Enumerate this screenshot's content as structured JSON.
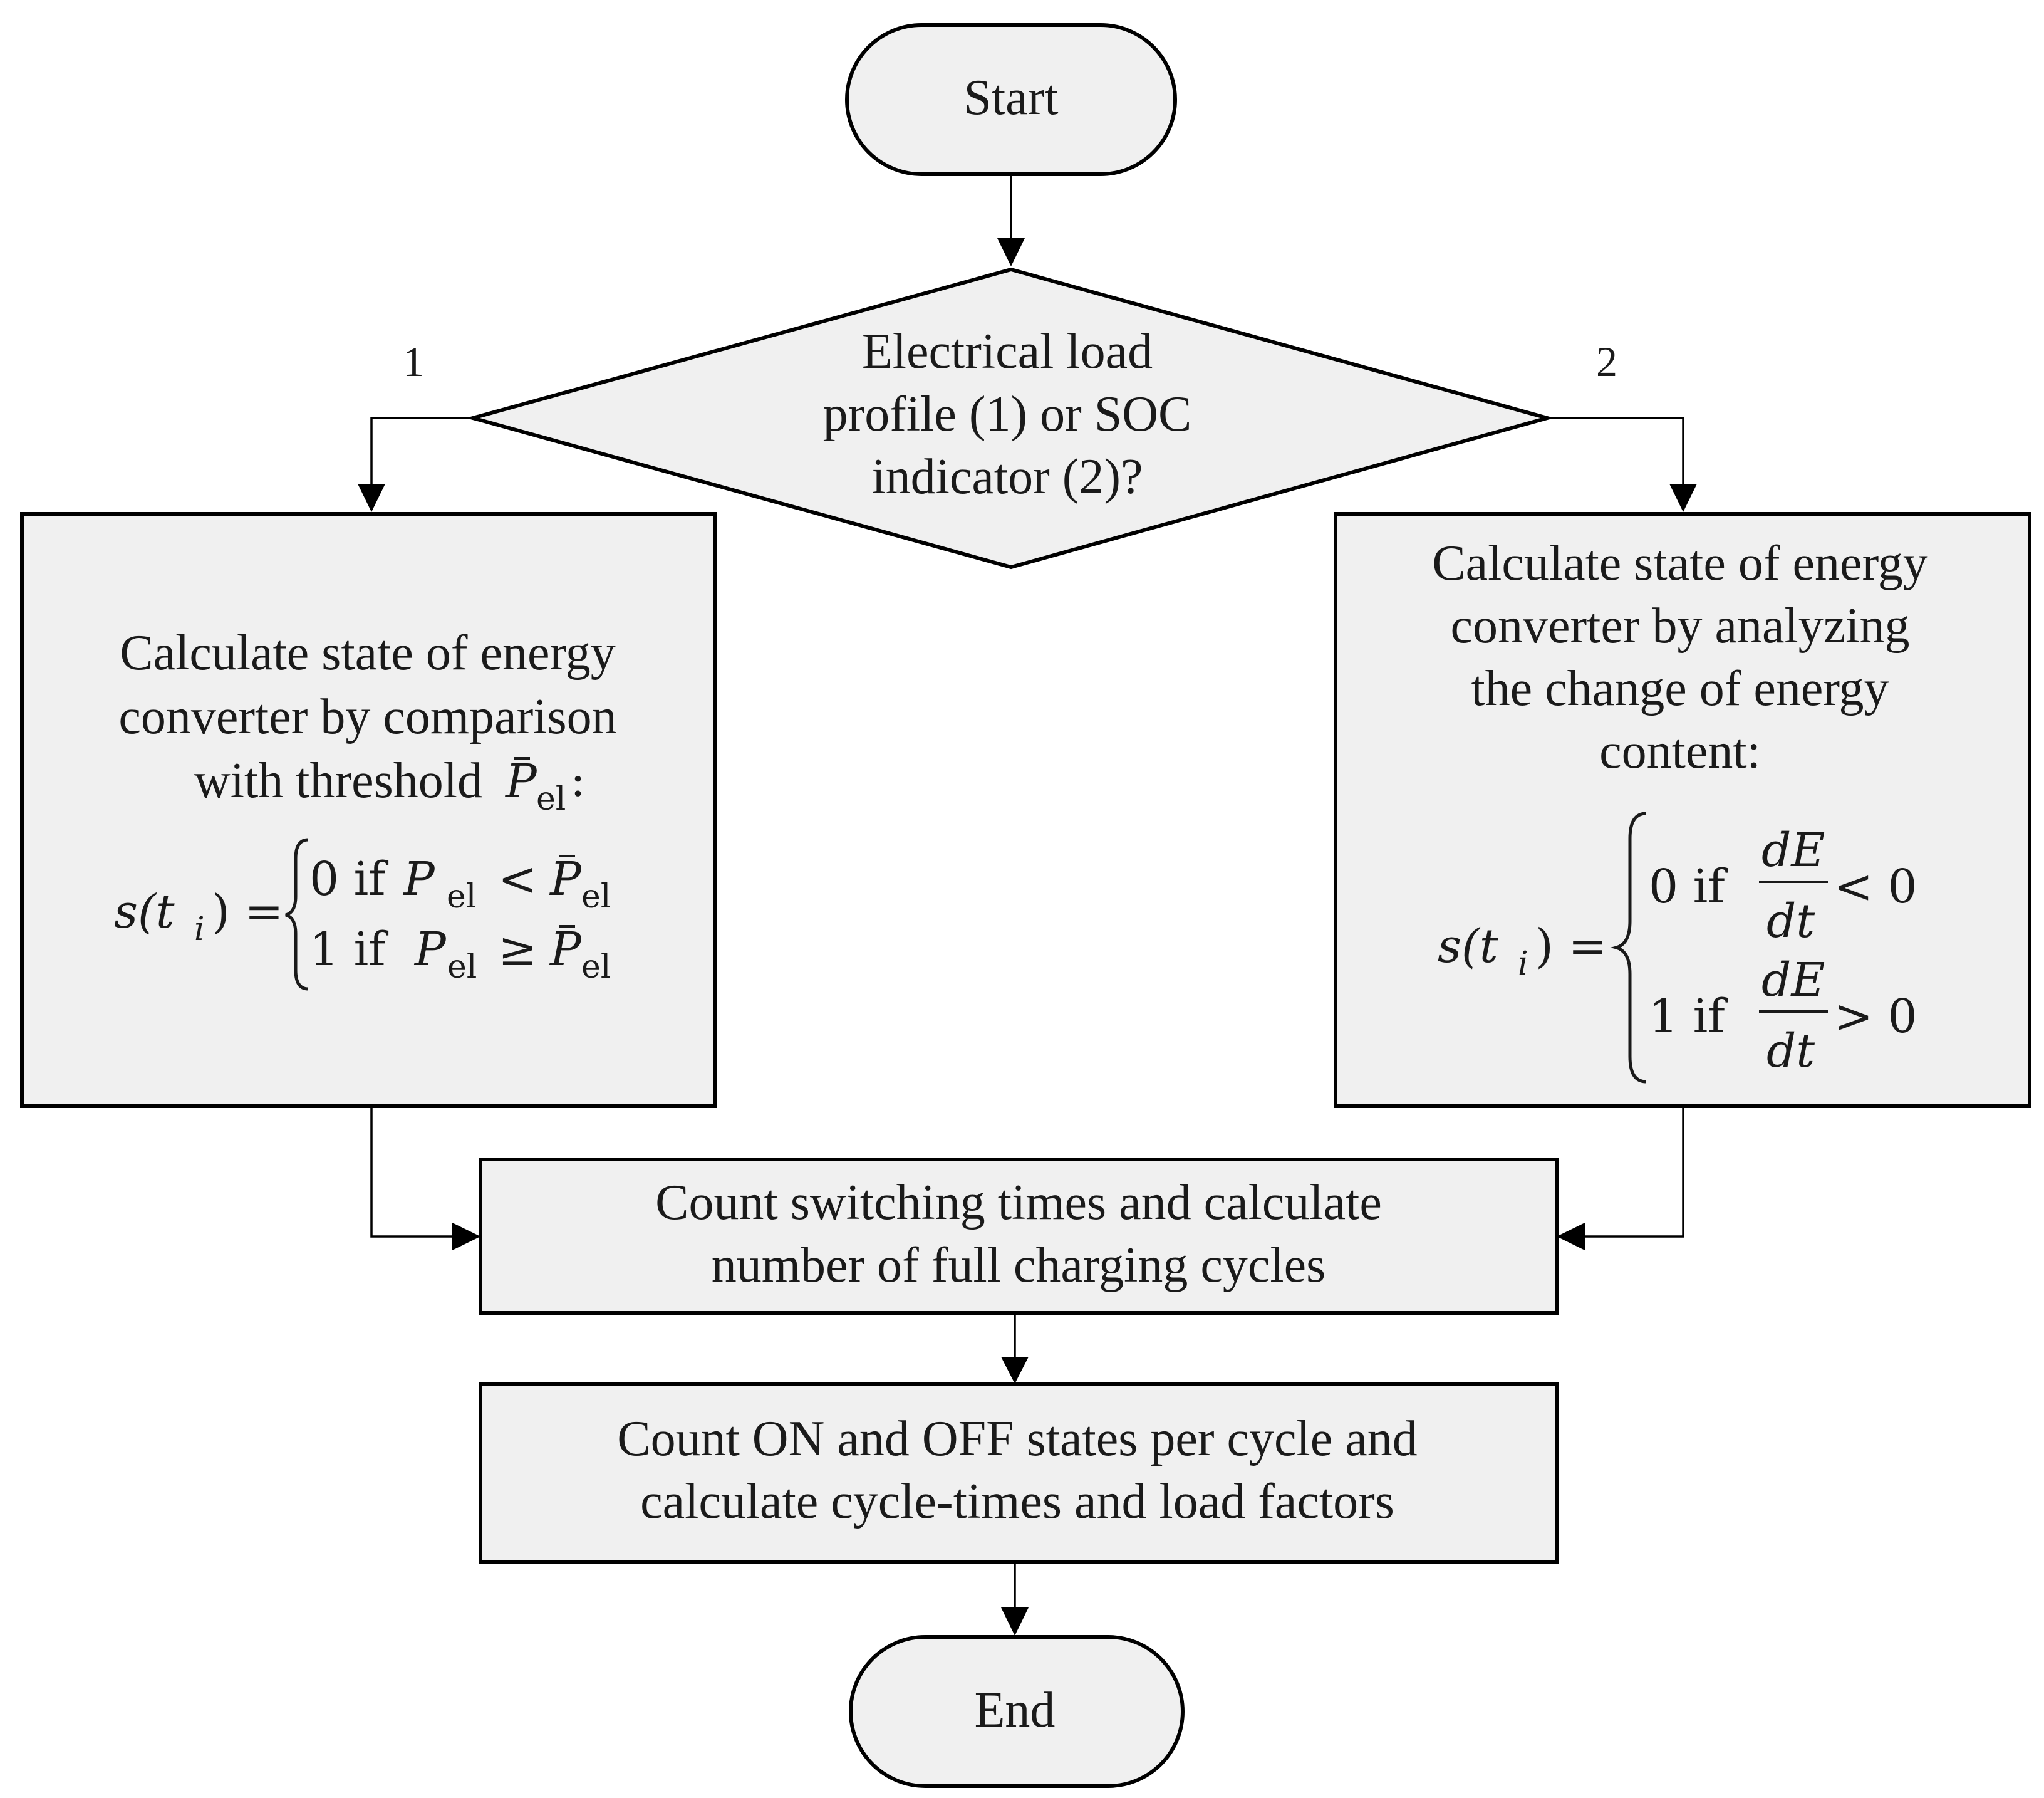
{
  "nodes": {
    "start": "Start",
    "decision": [
      "Electrical load",
      "profile (1) or  SOC",
      "indicator (2)?"
    ],
    "left_box": [
      "Calculate state of energy",
      "converter by comparison",
      "with threshold"
    ],
    "left_formula": {
      "lhs": "s(t",
      "lhs_sub": "i",
      "lhs_end": ") =",
      "case0": "0 if ",
      "case1": "1  if ",
      "P": "P",
      "sub_el": "el",
      "lt": "<",
      "ge": "≥",
      "colon": ":"
    },
    "right_box": [
      "Calculate state of energy",
      "converter by analyzing",
      "the change of energy",
      "content:"
    ],
    "right_formula": {
      "lhs": "s(t",
      "lhs_sub": "i",
      "lhs_end": ") =",
      "case0": "0 if",
      "case1": "1 if",
      "frac_num": "dE",
      "frac_den": "dt",
      "cmp0": "< 0",
      "cmp1": "> 0"
    },
    "count_box": [
      "Count  switching times and calculate",
      "number of full charging cycles"
    ],
    "states_box": [
      "Count ON and OFF states per cycle and",
      "calculate cycle-times and load factors"
    ],
    "end": "End"
  },
  "branches": {
    "left": "1",
    "right": "2"
  }
}
